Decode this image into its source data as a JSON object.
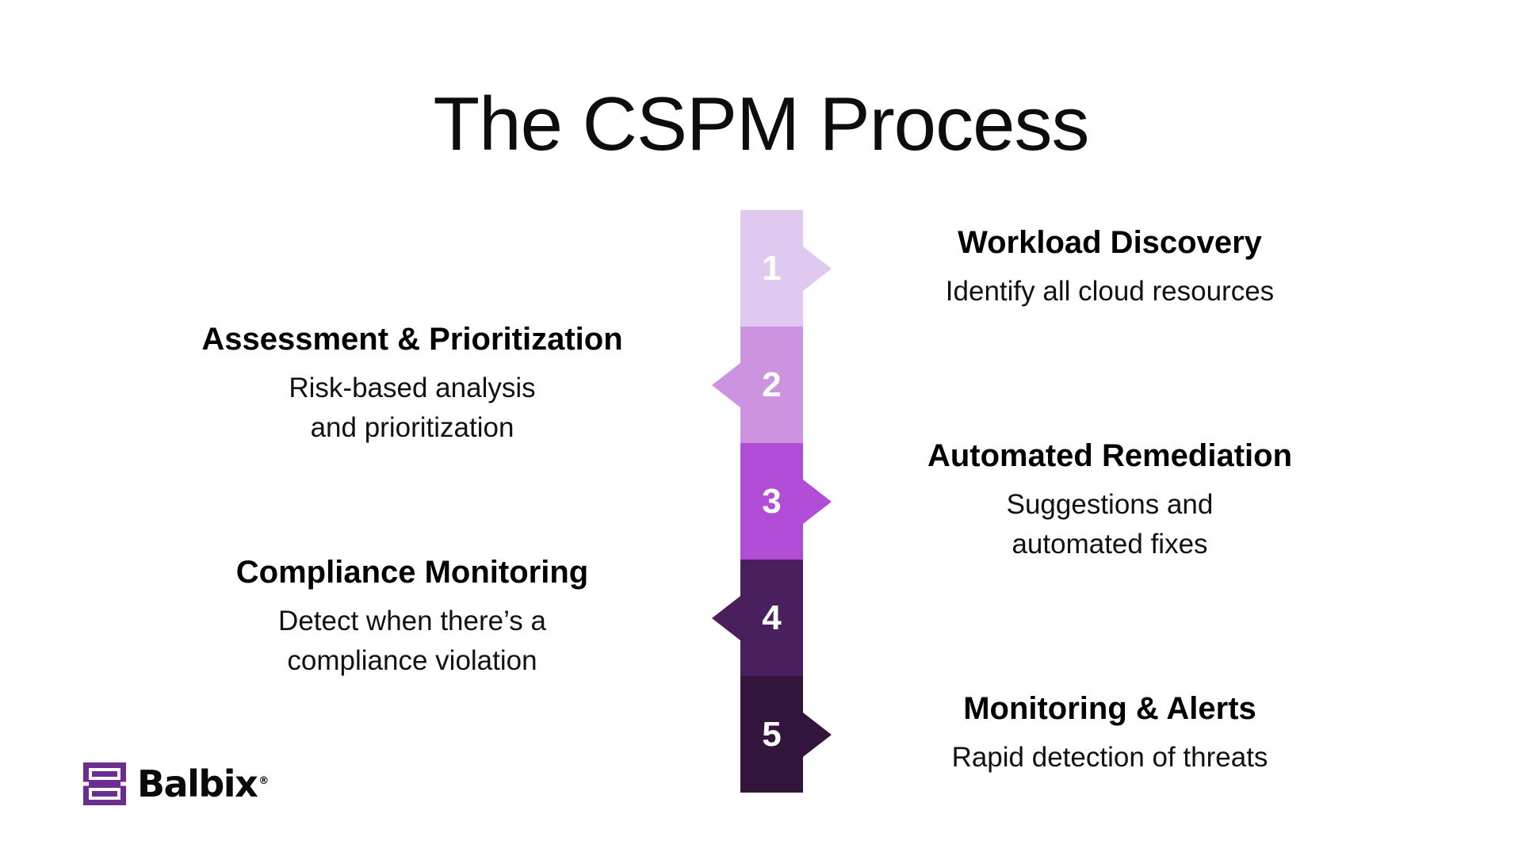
{
  "title": "The CSPM Process",
  "colors": {
    "background": "#ffffff",
    "step1": "#E0C9F0",
    "step2": "#CB93E0",
    "step3": "#B24DD8",
    "step4": "#4A1F5E",
    "step5": "#33143C",
    "number_text": "#f7fff8",
    "heading_text": "#000000",
    "brand_purple": "#6B2D8E"
  },
  "steps": [
    {
      "number": "1",
      "heading": "Workload Discovery",
      "body_lines": [
        "Identify all cloud resources"
      ],
      "color": "#E0C9F0",
      "side": "right",
      "arrow": "right"
    },
    {
      "number": "2",
      "heading": "Assessment & Prioritization",
      "body_lines": [
        "Risk-based analysis",
        "and prioritization"
      ],
      "color": "#CB93E0",
      "side": "left",
      "arrow": "left"
    },
    {
      "number": "3",
      "heading": "Automated Remediation",
      "body_lines": [
        "Suggestions and",
        "automated fixes"
      ],
      "color": "#B24DD8",
      "side": "right",
      "arrow": "right"
    },
    {
      "number": "4",
      "heading": "Compliance Monitoring",
      "body_lines": [
        "Detect when there’s a",
        "compliance violation"
      ],
      "color": "#4A1F5E",
      "side": "left",
      "arrow": "left"
    },
    {
      "number": "5",
      "heading": "Monitoring & Alerts",
      "body_lines": [
        "Rapid detection of threats"
      ],
      "color": "#33143C",
      "side": "right",
      "arrow": "right"
    }
  ],
  "brand": {
    "name": "Balbix",
    "registered_mark": "®",
    "logo_icon": "balbix-square-bars-icon"
  }
}
